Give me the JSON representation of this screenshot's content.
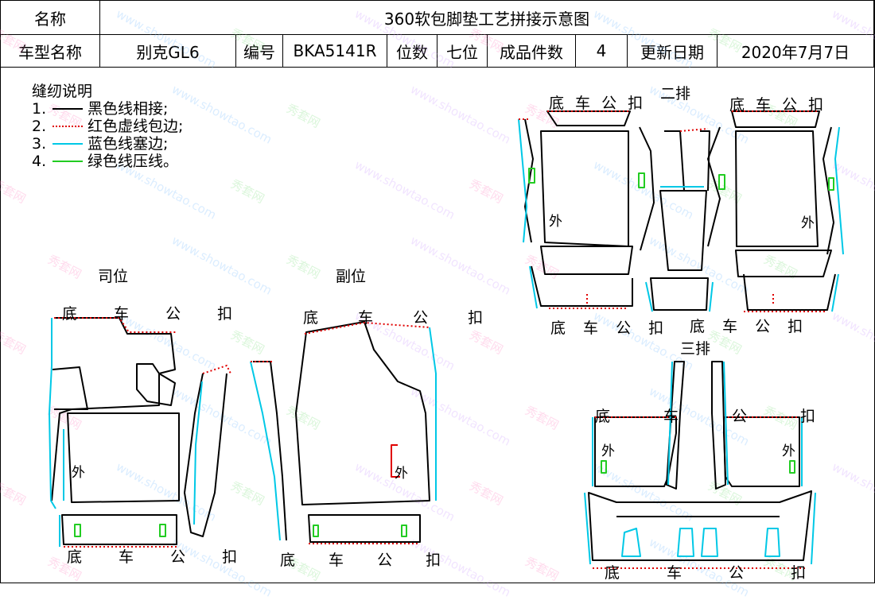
{
  "header": {
    "name_label": "名称",
    "title": "360软包脚垫工艺拼接示意图",
    "car_model_label": "车型名称",
    "car_model": "别克GL6",
    "code_label": "编号",
    "code": "BKA5141R",
    "seat_label": "位数",
    "seat_value": "七位",
    "pieces_label": "成品件数",
    "pieces_value": "4",
    "date_label": "更新日期",
    "date_value": "2020年7月7日"
  },
  "legend": {
    "title": "缝纫说明",
    "items": [
      {
        "num": "1.",
        "text": "黑色线相接;",
        "color": "#000000",
        "style": "solid"
      },
      {
        "num": "2.",
        "text": "红色虚线包边;",
        "color": "#e00000",
        "style": "dotted"
      },
      {
        "num": "3.",
        "text": "蓝色线塞边;",
        "color": "#00c8e6",
        "style": "solid"
      },
      {
        "num": "4.",
        "text": "绿色线压线。",
        "color": "#22cc22",
        "style": "solid"
      }
    ]
  },
  "sections": {
    "driver": "司位",
    "passenger": "副位",
    "row2": "二排",
    "row3": "三排"
  },
  "labels": {
    "bottom_snap": "底 车 公 扣",
    "bottom_snap_wide": "底　车　公　扣",
    "outer": "外"
  },
  "watermark": {
    "brand": "秀套网",
    "url": "www.showtao.com"
  },
  "colors": {
    "black": "#000000",
    "red": "#e00000",
    "cyan": "#00c8e6",
    "green": "#22cc22"
  }
}
